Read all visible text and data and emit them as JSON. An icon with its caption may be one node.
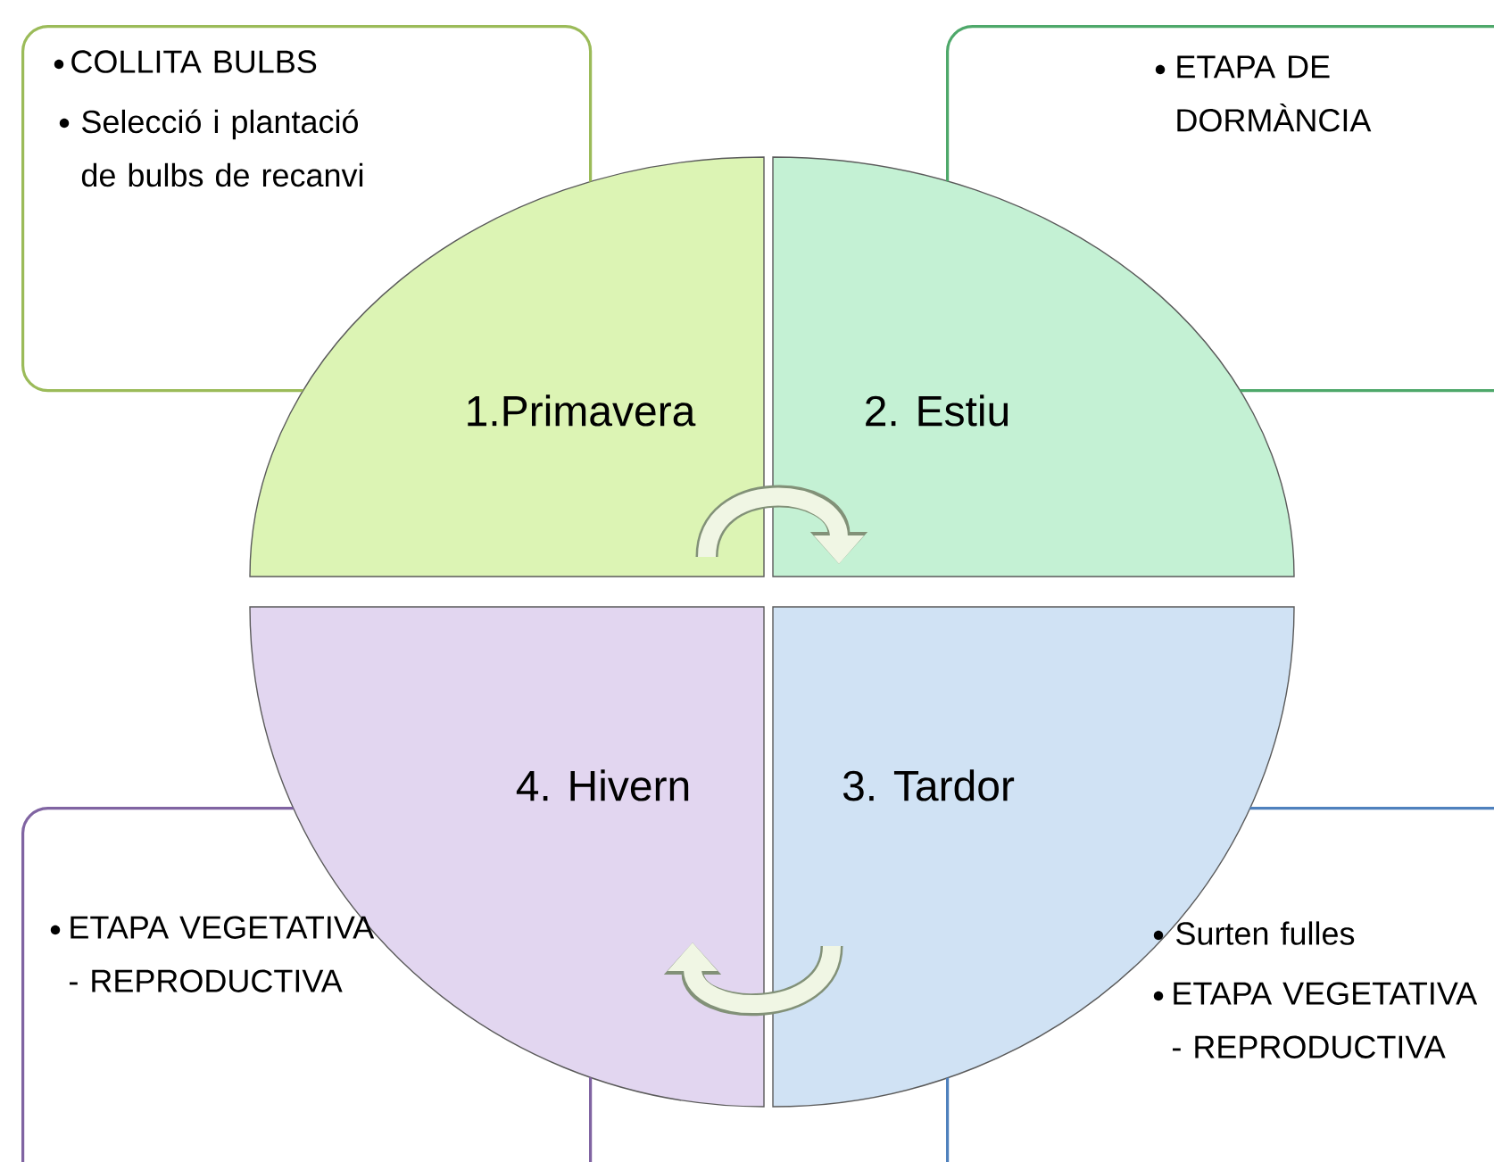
{
  "diagram": {
    "nodes": [
      {
        "text": [
          "COLLITA BULBS",
          "Selecció i plantació de bulbs de recanvi"
        ]
      },
      {
        "text": [
          "ETAPA DE DORMÀNCIA"
        ]
      },
      {
        "text": [
          "1.Primavera"
        ]
      },
      {
        "text": [
          "2. Estiu"
        ]
      },
      {
        "text": [
          "4. Hivern"
        ]
      },
      {
        "text": [
          "3. Tardor"
        ]
      },
      {
        "text": [
          "ETAPA VEGETATIVA - REPRODUCTIVA"
        ]
      },
      {
        "text": [
          "Surten fulles",
          "ETAPA VEGETATIVA - REPRODUCTIVA"
        ]
      }
    ],
    "edges": [
      {
        "from": 2,
        "to": 3,
        "arrow": "to"
      },
      {
        "from": 5,
        "to": 4,
        "arrow": "to"
      }
    ]
  }
}
